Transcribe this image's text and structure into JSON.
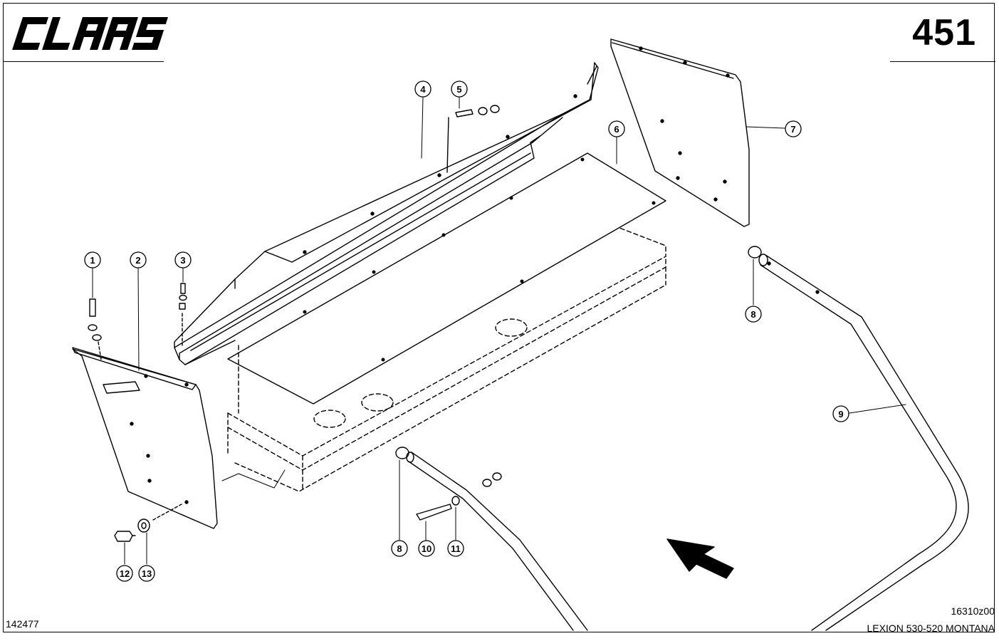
{
  "header": {
    "brand": "CLAAS",
    "page_number": "451"
  },
  "footer": {
    "doc_number": "142477",
    "drawing_code": "16310z00",
    "model": "LEXION 530-520 MONTANA"
  },
  "callouts": {
    "c1": "1",
    "c2": "2",
    "c3": "3",
    "c4": "4",
    "c5": "5",
    "c6": "6",
    "c7": "7",
    "c8a": "8",
    "c8b": "8",
    "c9": "9",
    "c10": "10",
    "c11": "11",
    "c12": "12",
    "c13": "13"
  }
}
